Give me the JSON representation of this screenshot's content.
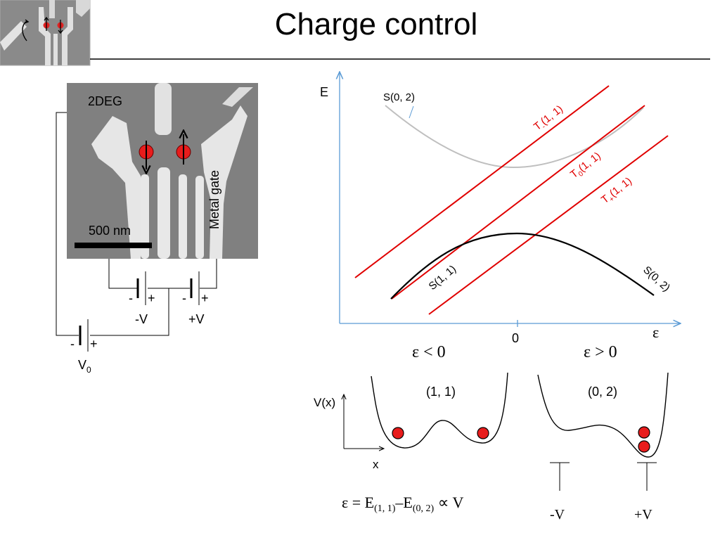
{
  "slide": {
    "title": "Charge control"
  },
  "device": {
    "label_2deg": "2DEG",
    "label_metal_gate": "Metal gate",
    "scale_bar": "500 nm"
  },
  "circuit": {
    "minus": "-",
    "plus": "+",
    "label_minus_v": "-V",
    "label_plus_v": "+V",
    "label_v0_main": "V",
    "label_v0_sub": "0"
  },
  "energy_diagram": {
    "axis_y": "E",
    "axis_x": "ε",
    "origin": "0",
    "curves": {
      "s02_upper": "S(0, 2)",
      "tm_main": "T",
      "tm_sub": "-",
      "tm_arg": "(1, 1)",
      "t0_main": "T",
      "t0_sub": "0",
      "t0_arg": "(1, 1)",
      "tp_main": "T",
      "tp_sub": "+",
      "tp_arg": "(1, 1)",
      "s11": "S(1, 1)",
      "s02_lower": "S(0, 2)"
    },
    "colors": {
      "singlet_upper": "#bfbfbf",
      "singlet_lower": "#000000",
      "triplet": "#e00000",
      "axis": "#5b9bd5"
    }
  },
  "regimes": {
    "neg": "ε < 0",
    "pos": "ε > 0"
  },
  "wells": {
    "left_label": "(1, 1)",
    "right_label": "(0, 2)",
    "axis_v": "V(x)",
    "axis_x": "x"
  },
  "gates": {
    "minus_v": "-V",
    "plus_v": "+V"
  },
  "formula": {
    "eps": "ε = E",
    "sub1": "(1, 1)",
    "dash": "–E",
    "sub2": "(0, 2)",
    "tail": " ∝ V"
  },
  "thumbnail": {
    "icon": "device-thumbnail"
  }
}
